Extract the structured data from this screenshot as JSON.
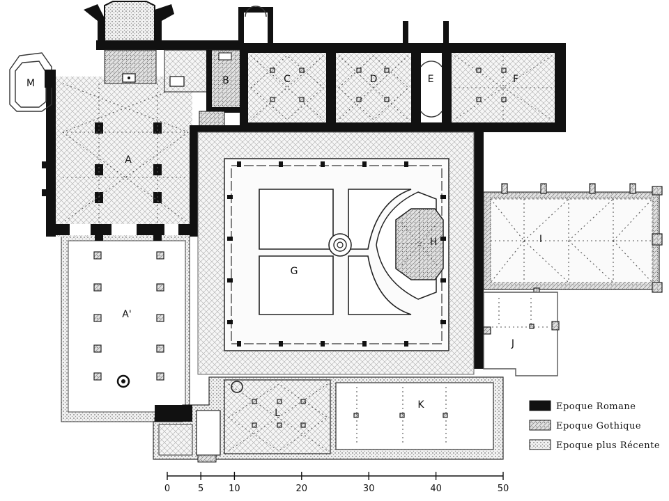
{
  "rooms": {
    "A": "A",
    "A2": "A'",
    "B": "B",
    "C": "C",
    "D": "D",
    "E": "E",
    "F": "F",
    "G": "G",
    "H": "H",
    "I": "I",
    "J": "J",
    "K": "K",
    "L": "L",
    "M": "M"
  },
  "legend": {
    "romane": "Epoque Romane",
    "gothique": "Epoque Gothique",
    "recente": "Epoque plus Récente",
    "colors": {
      "romane": "#111111",
      "gothique": "#c8c8c8",
      "recente": "#d8d8d8"
    }
  },
  "scale": {
    "ticks": [
      {
        "label": "0",
        "value": 0
      },
      {
        "label": "5",
        "value": 5
      },
      {
        "label": "10",
        "value": 10
      },
      {
        "label": "20",
        "value": 20
      },
      {
        "label": "30",
        "value": 30
      },
      {
        "label": "40",
        "value": 40
      },
      {
        "label": "50",
        "value": 50
      }
    ]
  }
}
